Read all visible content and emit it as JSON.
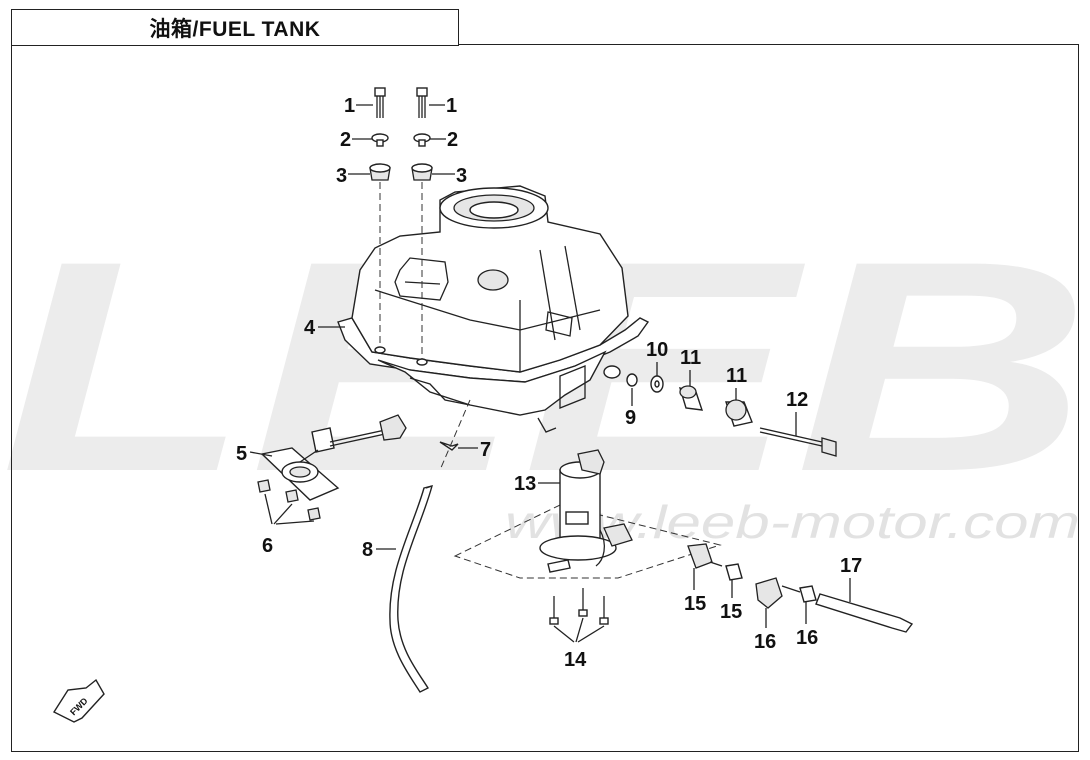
{
  "title": "油箱/FUEL TANK",
  "watermark": {
    "brand": "LEEB",
    "url": "www.leeb-motor.com",
    "color": "#e9e9e9"
  },
  "fwd_label": "FWD",
  "callouts": [
    {
      "id": "c1a",
      "label": "1"
    },
    {
      "id": "c1b",
      "label": "1"
    },
    {
      "id": "c2a",
      "label": "2"
    },
    {
      "id": "c2b",
      "label": "2"
    },
    {
      "id": "c3a",
      "label": "3"
    },
    {
      "id": "c3b",
      "label": "3"
    },
    {
      "id": "c4",
      "label": "4"
    },
    {
      "id": "c5",
      "label": "5"
    },
    {
      "id": "c6",
      "label": "6"
    },
    {
      "id": "c7",
      "label": "7"
    },
    {
      "id": "c8",
      "label": "8"
    },
    {
      "id": "c9",
      "label": "9"
    },
    {
      "id": "c10",
      "label": "10"
    },
    {
      "id": "c11a",
      "label": "11"
    },
    {
      "id": "c11b",
      "label": "11"
    },
    {
      "id": "c12",
      "label": "12"
    },
    {
      "id": "c13",
      "label": "13"
    },
    {
      "id": "c14",
      "label": "14"
    },
    {
      "id": "c15a",
      "label": "15"
    },
    {
      "id": "c15b",
      "label": "15"
    },
    {
      "id": "c16a",
      "label": "16"
    },
    {
      "id": "c16b",
      "label": "16"
    },
    {
      "id": "c17",
      "label": "17"
    }
  ]
}
